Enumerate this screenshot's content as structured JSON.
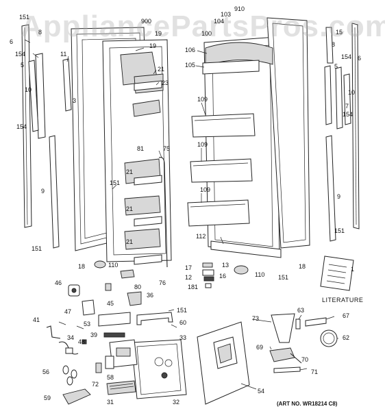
{
  "watermark": "AppliancePartsPros.com",
  "literature_label": "LITERATURE",
  "art_number": "(ART NO. WR18214 C8)",
  "callouts": {
    "c151a": "151",
    "c8a": "8",
    "c6a": "6",
    "c900": "900",
    "c19a": "19",
    "c19b": "19",
    "c154a": "154",
    "c11": "11",
    "c5a": "5",
    "c10a": "10",
    "c3": "3",
    "c154b": "154",
    "c21a": "21",
    "c23": "23",
    "c9a": "9",
    "c81": "81",
    "c75": "75",
    "c21b": "21",
    "c151b": "151",
    "c21c": "21",
    "c21d": "21",
    "c151c": "151",
    "c18a": "18",
    "c110a": "110",
    "c76": "76",
    "c80": "80",
    "c103": "103",
    "c910": "910",
    "c104": "104",
    "c100": "100",
    "c106": "106",
    "c105": "105",
    "c109a": "109",
    "c109b": "109",
    "c109c": "109",
    "c112": "112",
    "c15": "15",
    "c8b": "8",
    "c6b": "6",
    "c154c": "154",
    "c5b": "5",
    "c10b": "10",
    "c7": "7",
    "c154d": "154",
    "c9b": "9",
    "c151d": "151",
    "c18b": "18",
    "c17": "17",
    "c13": "13",
    "c12": "12",
    "c16": "16",
    "c181": "181",
    "c110b": "110",
    "c151e": "151",
    "c1": "1",
    "c46": "46",
    "c45": "45",
    "c36": "36",
    "c47": "47",
    "c151f": "151",
    "c53": "53",
    "c60": "60",
    "c41": "41",
    "c39": "39",
    "c34": "34",
    "c48": "48",
    "c33": "33",
    "c56": "56",
    "c58": "58",
    "c72": "72",
    "c59": "59",
    "c31": "31",
    "c32": "32",
    "c73": "73",
    "c63": "63",
    "c67": "67",
    "c62": "62",
    "c69": "69",
    "c70": "70",
    "c71": "71",
    "c54": "54"
  }
}
